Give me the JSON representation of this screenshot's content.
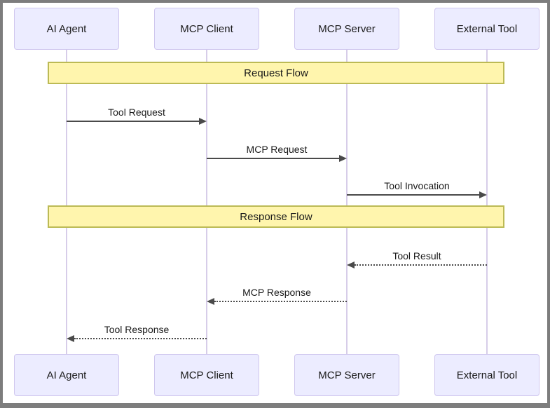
{
  "diagram": {
    "type": "sequence",
    "actors": [
      "AI Agent",
      "MCP Client",
      "MCP Server",
      "External Tool"
    ],
    "notes": [
      {
        "label": "Request Flow"
      },
      {
        "label": "Response Flow"
      }
    ],
    "messages": [
      {
        "label": "Tool Request",
        "from": "AI Agent",
        "to": "MCP Client",
        "line": "solid"
      },
      {
        "label": "MCP Request",
        "from": "MCP Client",
        "to": "MCP Server",
        "line": "solid"
      },
      {
        "label": "Tool Invocation",
        "from": "MCP Server",
        "to": "External Tool",
        "line": "solid"
      },
      {
        "label": "Tool Result",
        "from": "External Tool",
        "to": "MCP Server",
        "line": "dotted"
      },
      {
        "label": "MCP Response",
        "from": "MCP Server",
        "to": "MCP Client",
        "line": "dotted"
      },
      {
        "label": "Tool Response",
        "from": "MCP Client",
        "to": "AI Agent",
        "line": "dotted"
      }
    ],
    "colors": {
      "actor_fill": "#ECECFF",
      "actor_border": "#CFC6EE",
      "note_fill": "#FFF5AD",
      "note_border": "#BCBA55",
      "lifeline": "#D7CDE9",
      "arrow": "#4A4A4A",
      "frame": "#7D7D7D"
    }
  }
}
